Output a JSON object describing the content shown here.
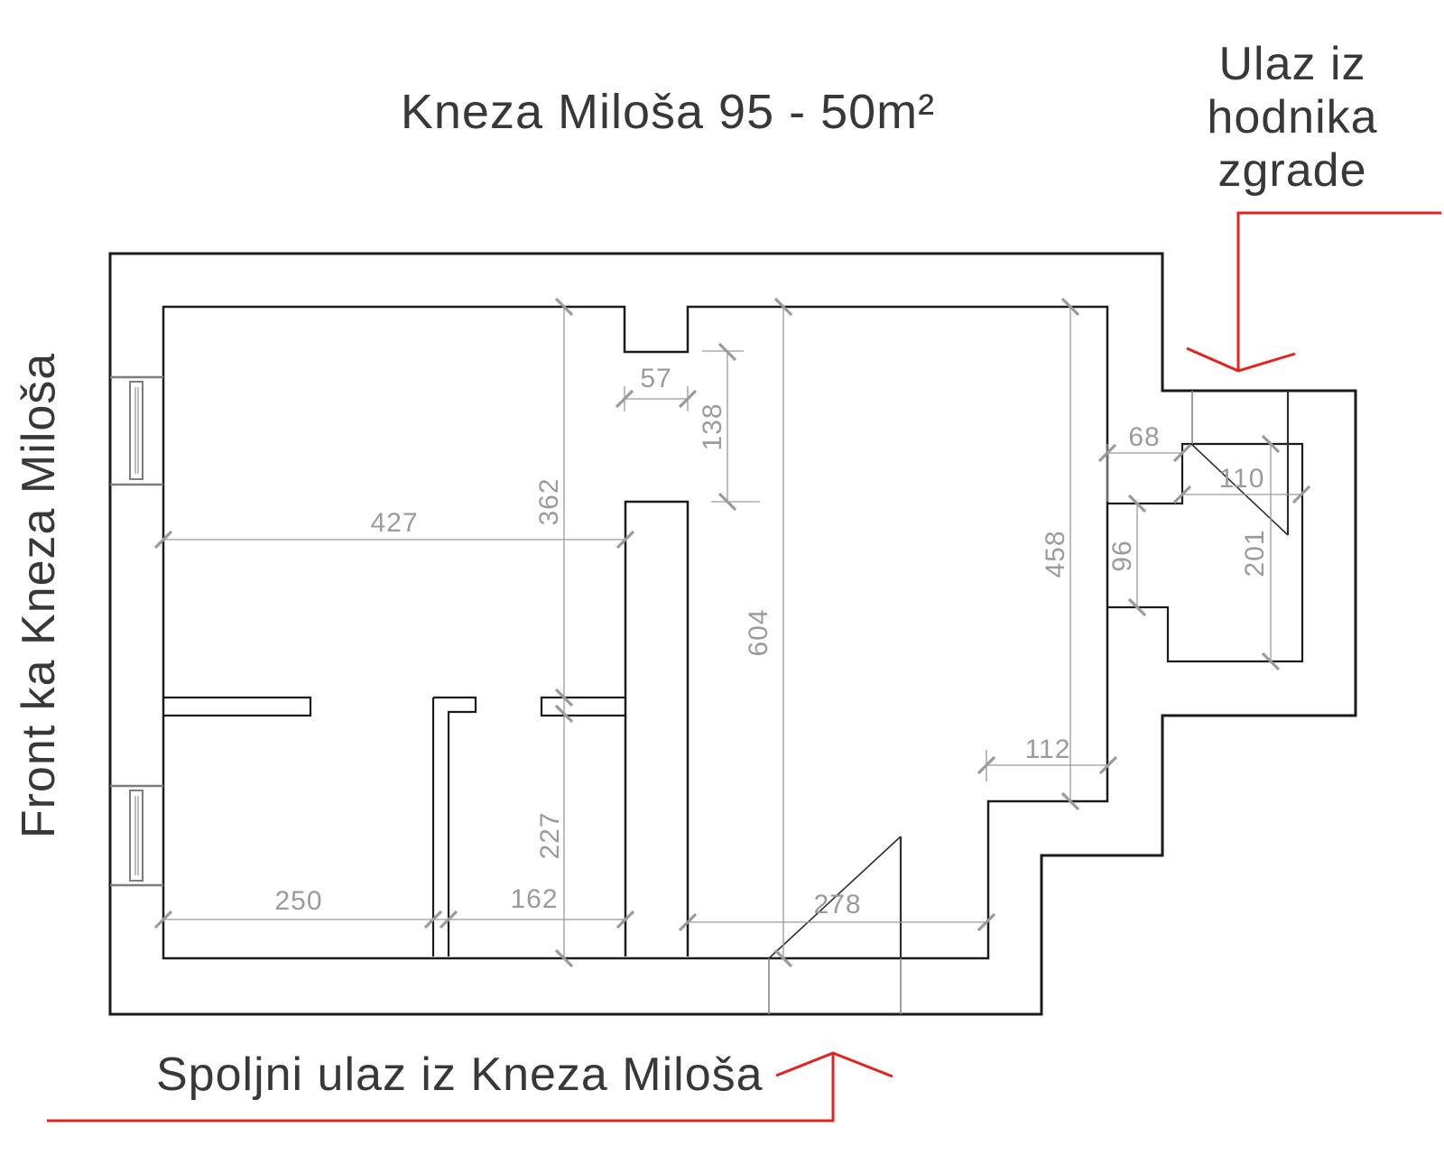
{
  "title": "Kneza Miloša 95 - 50m²",
  "annotations": {
    "corridor_entrance": {
      "line1": "Ulaz iz",
      "line2": "hodnika",
      "line3": "zgrade"
    },
    "street_front": "Front ka Kneza Miloša",
    "street_entrance": "Spoljni ulaz iz Kneza Miloša"
  },
  "dimensions": {
    "d427": "427",
    "d362": "362",
    "d57": "57",
    "d138": "138",
    "d604": "604",
    "d458": "458",
    "d68": "68",
    "d110": "110",
    "d96": "96",
    "d201": "201",
    "d112": "112",
    "d227": "227",
    "d250": "250",
    "d162": "162",
    "d278": "278"
  },
  "colors": {
    "wall": "#1b1b1b",
    "door": "#2f2f2f",
    "window": "#7d7d7d",
    "dimension": "#9b9b9b",
    "red_annotation": "#e02420",
    "label_text": "#383838"
  }
}
